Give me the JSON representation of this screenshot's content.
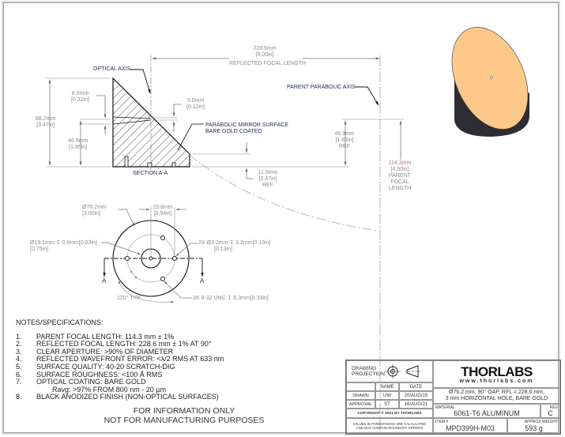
{
  "section_view": {
    "optical_axis": "OPTICAL AXIS",
    "rfl_dim": "228.6mm",
    "rfl_dim_in": "[9.00in]",
    "rfl_label": "REFLECTED FOCAL LENGTH",
    "parent_axis": "PARENT PARABOLIC AXIS",
    "height_dim": "88.2mm",
    "height_dim_in": "[3.47in]",
    "hole_top_dim": "8.0mm",
    "hole_top_dim_in": "[0.32in]",
    "hole_dia_dim": "3.0mm",
    "hole_dia_dim_in": "[0.12in]",
    "hole_height_dim": "46.9mm",
    "hole_height_dim_in": "[1.85in]",
    "surface_label_1": "PARABOLIC MIRROR SURFACE",
    "surface_label_2": "BARE GOLD COATED",
    "ref_height_dim": "46.9mm",
    "ref_height_dim_in": "[1.85in]",
    "ref": "REF",
    "edge_dim": "11.9mm",
    "edge_dim_in": "[0.47in]",
    "edge_ref": "REF",
    "pfl_dim": "114.3mm",
    "pfl_dim_in": "[4.50in]",
    "pfl_label_1": "PARENT",
    "pfl_label_2": "FOCAL",
    "pfl_label_3": "LENGTH",
    "section_title": "SECTION A-A"
  },
  "plan_view": {
    "dia": "Ø76.2mm",
    "dia_in": "[3.00in]",
    "offset": "23.8mm",
    "offset_in": "[0.94in]",
    "center_hole": "Ø19.1mm ↧ 0.6mm[0.03in]",
    "center_hole_in": "[0.75in]",
    "side_holes": "2X  Ø3.2mm ↧ 3.2mm[0.13in]",
    "side_holes_in": "[0.13in]",
    "angle": "120° TYP",
    "tapped": "3X 8-32 UNC ↧ 8.3mm[0.33in]",
    "section_mark": "A"
  },
  "notes": {
    "title": "NOTES/SPECIFICATIONS:",
    "items": [
      {
        "n": "1.",
        "text": "PARENT FOCAL LENGTH: 114.3 mm ± 1%"
      },
      {
        "n": "2.",
        "text": "REFLECTED FOCAL LENGTH: 228.6 mm ± 1% AT 90°"
      },
      {
        "n": "3.",
        "text": "CLEAR APERTURE: >90% OF DIAMETER"
      },
      {
        "n": "4.",
        "text": "REFLECTED WAVEFRONT ERROR: <λ/2 RMS AT 633 nm"
      },
      {
        "n": "5.",
        "text": "SURFACE QUALITY: 40-20 SCRATCH-DIG"
      },
      {
        "n": "6.",
        "text": "SURFACE ROUGHNESS: <100 Å RMS"
      },
      {
        "n": "7.",
        "text": "OPTICAL COATING: BARE GOLD"
      },
      {
        "n": "",
        "text": "        Ravg: >97% FROM 800 nm - 20 µm"
      },
      {
        "n": "8.",
        "text": "BLACK ANODIZED FINISH (NON-OPTICAL SURFACES)"
      }
    ],
    "info_1": "FOR INFORMATION ONLY",
    "info_2": "NOT FOR MANUFACTURING PURPOSES"
  },
  "title_block": {
    "projection": "DRAWING PROJECTION",
    "name_h": "NAME",
    "date_h": "DATE",
    "drawn": "DRAWN",
    "drawn_name": "UW",
    "drawn_date": "20/AUG/15",
    "approval": "APPROVAL",
    "approval_name": "ST",
    "approval_date": "16/AUG/21",
    "copyright": "COPYRIGHT © 2021 BY THORLABS",
    "values_note_1": "VALUES IN PARENTHESIS ARE CALCULATED",
    "values_note_2": "AND MAY CONTAIN ROUNDOFF ERRORS",
    "logo": "THORLABS",
    "website": "www.thorlabs.com",
    "description_1": "Ø76.2 mm, 90° OAP, RFL = 228.6 mm,",
    "description_2": "3 mm HORIZONTAL HOLE, BARE GOLD",
    "material_h": "MATERIAL",
    "material": "6061-T6 ALUMINUM",
    "rev_h": "REV",
    "rev": "C",
    "item_h": "ITEM #",
    "item": "MPD399H-M03",
    "weight_h": "APPROX WEIGHT",
    "weight": "593 g"
  },
  "colors": {
    "gold": "#fdc98a",
    "body": "#2d2d33",
    "label": "#1e2a55",
    "dim": "#8a8a8a"
  }
}
